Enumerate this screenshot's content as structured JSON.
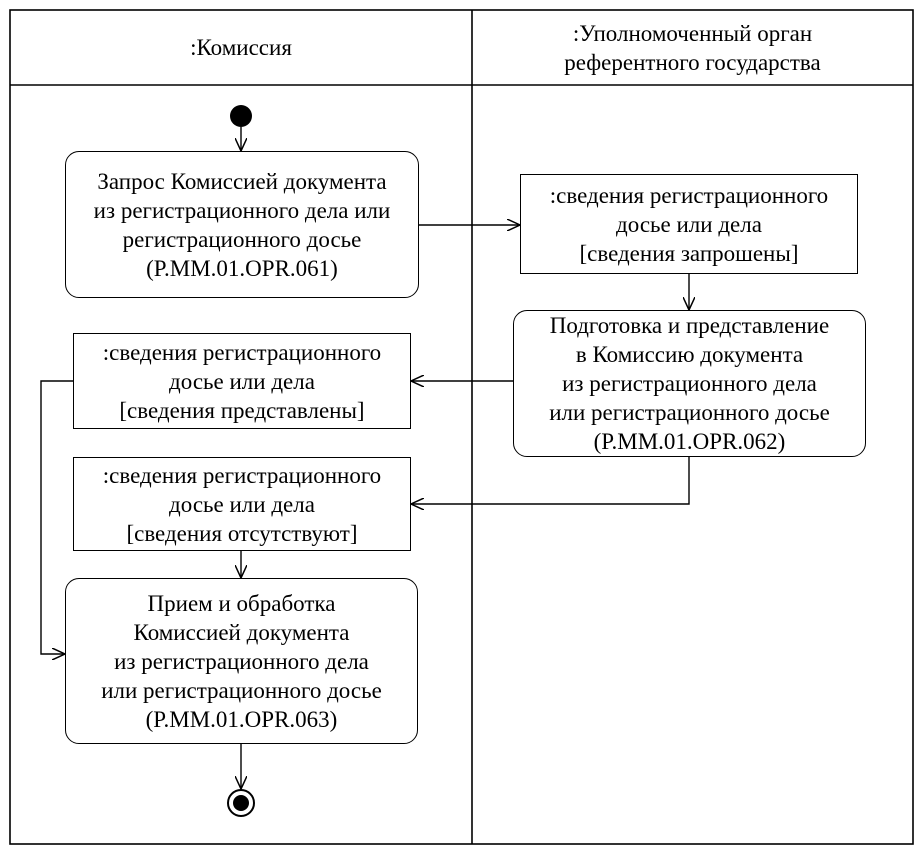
{
  "swimlanes": [
    {
      "title": ":Комиссия"
    },
    {
      "title": ":Уполномоченный орган\nреферентного государства"
    }
  ],
  "nodes": {
    "request_action": "Запрос Комиссией документа\nиз регистрационного дела или\nрегистрационного досье\n(P.MM.01.OPR.061)",
    "object_requested": ":сведения регистрационного\nдосье или дела\n[сведения запрошены]",
    "prepare_action": "Подготовка и представление\nв Комиссию документа\nиз регистрационного дела\nили регистрационного досье\n(P.MM.01.OPR.062)",
    "object_provided": ":сведения регистрационного\nдосье или дела\n[сведения представлены]",
    "object_absent": ":сведения регистрационного\nдосье или дела\n[сведения отсутствуют]",
    "receive_action": "Прием и обработка\nКомиссией документа\nиз регистрационного дела\nили регистрационного досье\n(P.MM.01.OPR.063)"
  }
}
